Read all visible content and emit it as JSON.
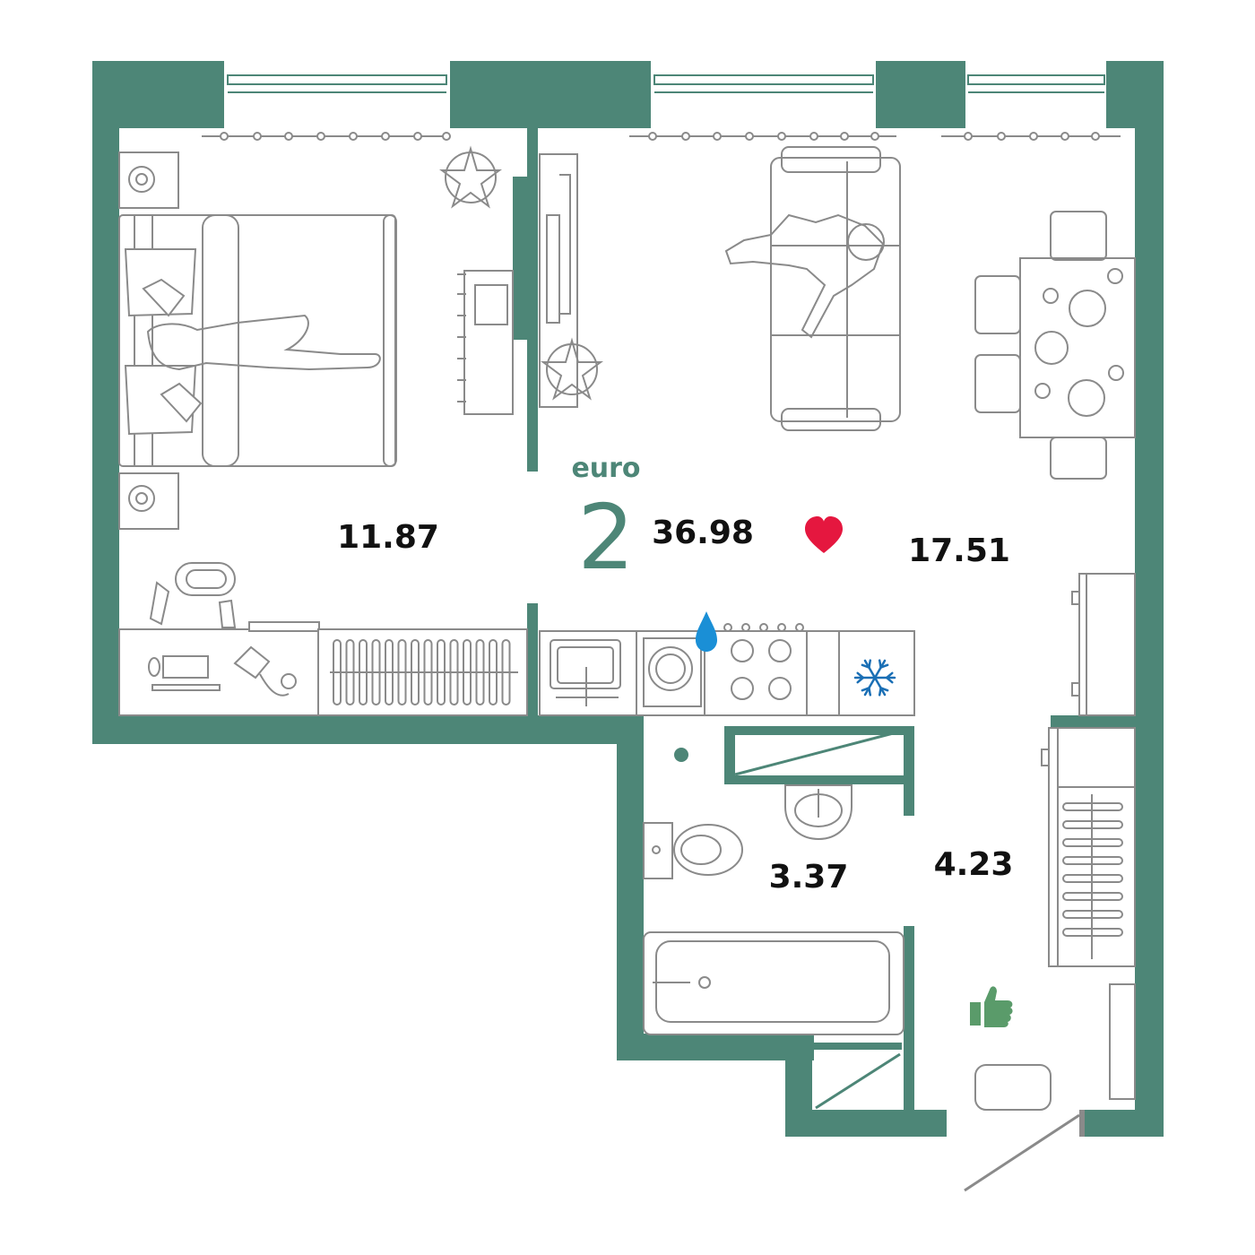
{
  "plan": {
    "type_label": "euro",
    "rooms_count": "2",
    "total_area": "36.98",
    "rooms": {
      "bedroom_area": "11.87",
      "living_kitchen_area": "17.51",
      "bathroom_area": "3.37",
      "hallway_area": "4.23"
    }
  },
  "icons": {
    "heart": "heart-icon",
    "water": "water-drop-icon",
    "snowflake": "snowflake-icon",
    "thumbs_up": "thumbs-up-icon"
  },
  "colors": {
    "wall": "#4d8677",
    "accent_text": "#4d8677",
    "heart": "#e5173f",
    "water": "#1a8fd6",
    "snowflake": "#1a6fb5",
    "thumb": "#5a9b6a",
    "furniture": "#8a8a8a"
  }
}
